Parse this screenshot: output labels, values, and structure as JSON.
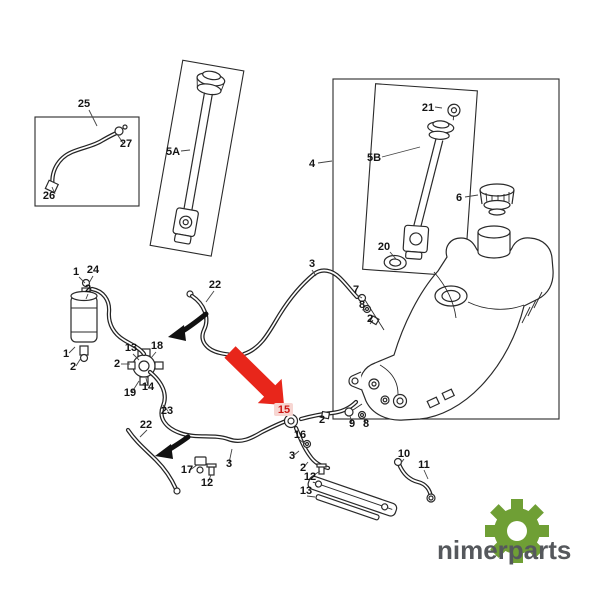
{
  "page": {
    "background": "#ffffff"
  },
  "brand": {
    "name": "nimerparts",
    "gear_color": "#6f9f35",
    "text_color": "#55585c"
  },
  "highlight": {
    "part_label": "15",
    "arrow_color": "#e8261b",
    "label_color": "#cc1512",
    "label_bg": "#f7d6d2"
  },
  "callouts": {
    "n25": "25",
    "n27": "27",
    "n26": "26",
    "n5a": "5A",
    "n4": "4",
    "n21": "21",
    "n5b": "5B",
    "n20": "20",
    "n6": "6",
    "n1a": "1",
    "n24": "24",
    "n2a": "2",
    "n1b": "1",
    "n2b": "2",
    "n13a": "13",
    "n18": "18",
    "n2c": "2",
    "n19": "19",
    "n14": "14",
    "n22a": "22",
    "n23": "23",
    "n22b": "22",
    "n3a": "3",
    "n17": "17",
    "n12a": "12",
    "n3b": "3",
    "n7": "7",
    "n8a": "8",
    "n2d": "2",
    "n15": "15",
    "n2e": "2",
    "n9": "9",
    "n8b": "8",
    "n16": "16",
    "n3c": "3",
    "n2f": "2",
    "n12b": "12",
    "n13b": "13",
    "n10": "10",
    "n11": "11"
  }
}
